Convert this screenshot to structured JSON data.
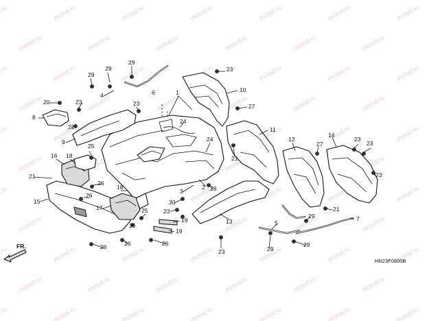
{
  "watermark": "motod.ru",
  "diagram_code": "HN23F0800B",
  "direction_label": "FR.",
  "callouts": {
    "c1": "1",
    "c2": "2",
    "c3": "3",
    "c4": "4",
    "c5": "5",
    "c6": "6",
    "c7": "7",
    "c8": "8",
    "c9": "9",
    "c10": "10",
    "c11": "11",
    "c12": "12",
    "c13": "13",
    "c14": "14",
    "c15": "15",
    "c16": "16",
    "c17": "17",
    "c18": "18",
    "c19": "19",
    "c20": "20",
    "c21": "21",
    "c22": "22",
    "c23": "23",
    "c24": "24",
    "c25": "25",
    "c26": "26",
    "c27": "27",
    "c28": "28",
    "c29": "29",
    "c30": "30"
  }
}
